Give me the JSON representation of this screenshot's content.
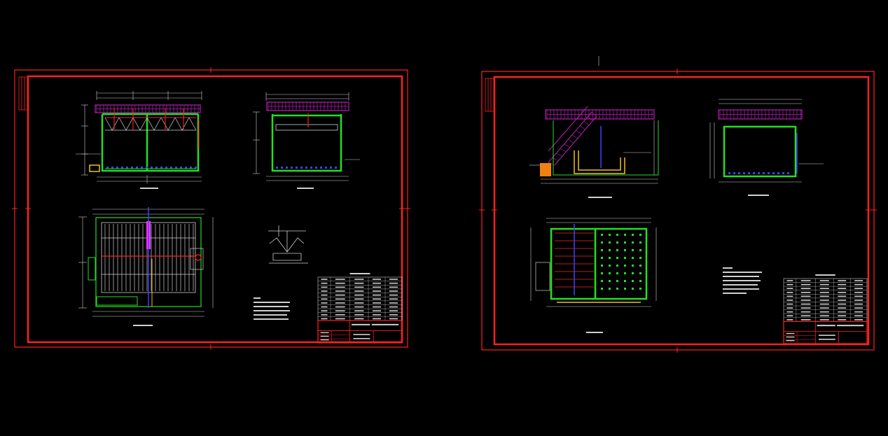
{
  "viewport": {
    "background": "#000000"
  },
  "colors": {
    "frame": "#ff2020",
    "concrete": "#22e022",
    "walkway": "#b020b0",
    "pipe_yellow": "#f0c020",
    "pipe_blue": "#4040ff",
    "pipe_magenta": "#ff30ff",
    "dimension": "#d0d0d0",
    "fill_orange": "#f08010"
  },
  "sheets": [
    {
      "name": "drawing-sheet-left",
      "title_block": {
        "rows": 11,
        "cols": 5
      }
    },
    {
      "name": "drawing-sheet-right",
      "title_block": {
        "rows": 11,
        "cols": 5
      }
    }
  ]
}
